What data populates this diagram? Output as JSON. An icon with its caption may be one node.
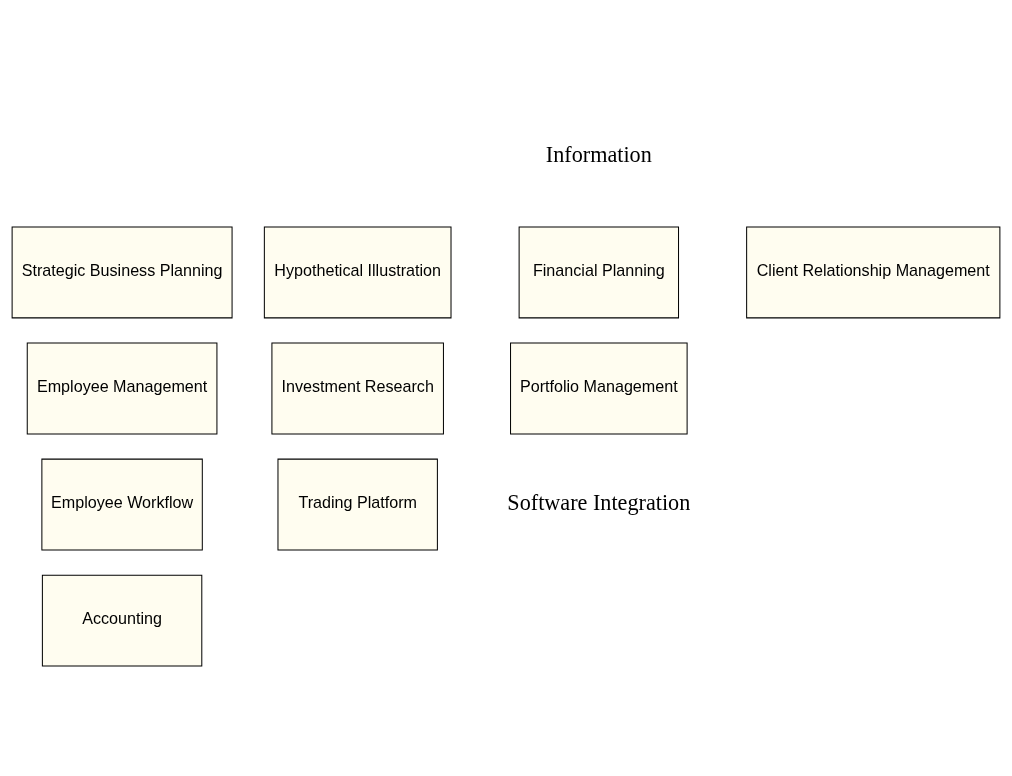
{
  "diagram": {
    "nodes": [
      {
        "text": [
          "Strategic Business Planning"
        ]
      },
      {
        "text": [
          "Employee Management"
        ]
      },
      {
        "text": [
          "Employee Workflow"
        ]
      },
      {
        "text": [
          "Accounting"
        ]
      },
      {
        "text": [
          "Hypothetical Illustration"
        ]
      },
      {
        "text": [
          "Investment Research"
        ]
      },
      {
        "text": [
          "Trading Platform"
        ]
      },
      {
        "text": [
          "Financial Planning"
        ]
      },
      {
        "text": [
          "Portfolio Management"
        ]
      },
      {
        "text": [
          "Client Relationship Management"
        ]
      }
    ],
    "edges": [],
    "labels": [
      "Information",
      "Software Integration"
    ]
  }
}
